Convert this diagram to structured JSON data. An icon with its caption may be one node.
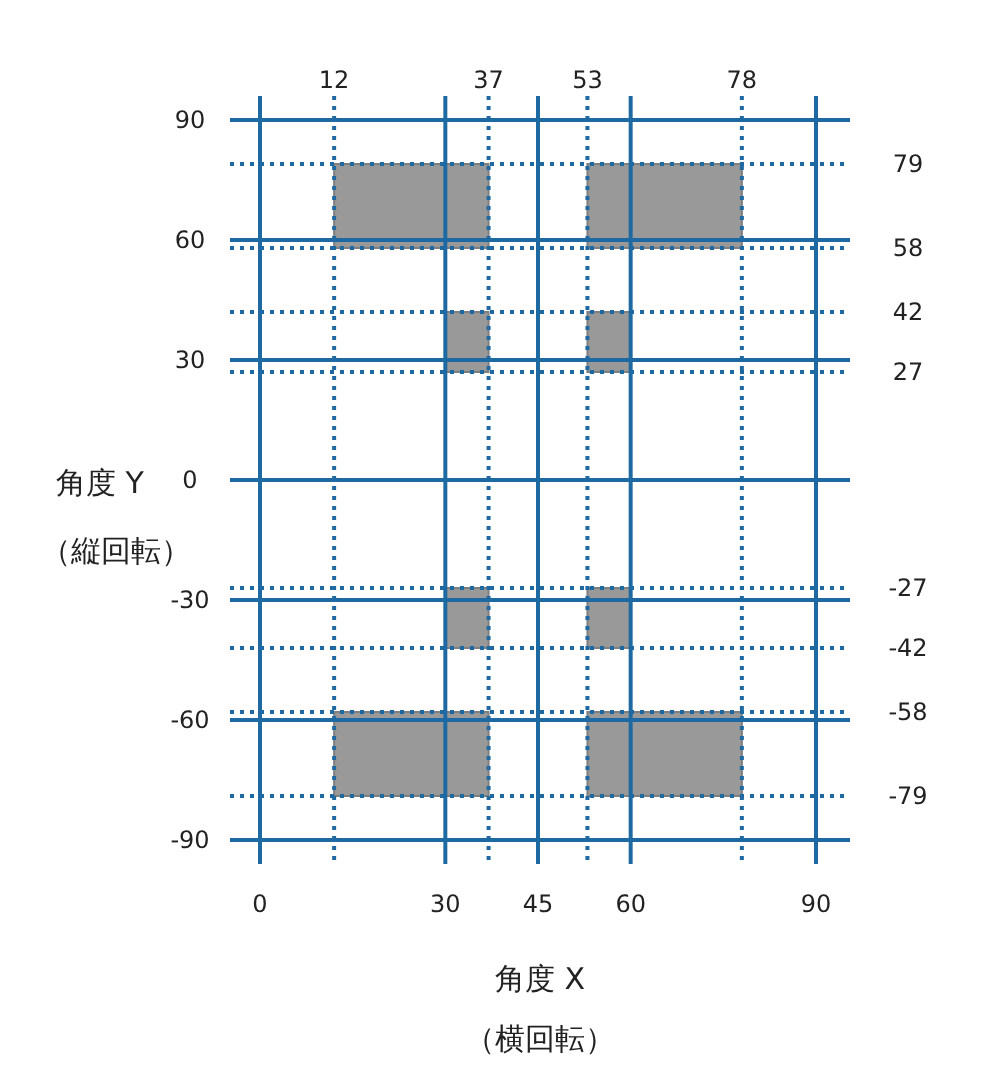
{
  "diagram": {
    "nodes": [
      {
        "text": [],
        "shape": "box"
      },
      {
        "text": [],
        "shape": "box"
      },
      {
        "text": [],
        "shape": "box"
      },
      {
        "text": [],
        "shape": "box"
      },
      {
        "text": [],
        "shape": "box"
      },
      {
        "text": [],
        "shape": "box"
      },
      {
        "text": [],
        "shape": "box"
      },
      {
        "text": [],
        "shape": "box"
      }
    ],
    "labels": [
      "（縦回転）",
      "（横回転）"
    ],
    "chart_data": {
      "type": "scatter",
      "xlabel": "角度 X",
      "ylabel": "角度 Y",
      "xlim": [
        0,
        90
      ],
      "ylim": [
        -90,
        90
      ],
      "xticks": [
        0,
        30,
        45,
        60,
        90
      ],
      "yticks": [
        -90,
        -60,
        -30,
        0,
        30,
        60,
        90
      ],
      "grid": true,
      "ref_lines": [
        {
          "axis": "x",
          "value": 12,
          "label": "12"
        },
        {
          "axis": "x",
          "value": 37,
          "label": "37"
        },
        {
          "axis": "x",
          "value": 53,
          "label": "53"
        },
        {
          "axis": "x",
          "value": 78,
          "label": "78"
        },
        {
          "axis": "y",
          "value": 79,
          "label": "79"
        },
        {
          "axis": "y",
          "value": 58,
          "label": "58"
        },
        {
          "axis": "y",
          "value": 42,
          "label": "42"
        },
        {
          "axis": "y",
          "value": 27,
          "label": "27"
        },
        {
          "axis": "y",
          "value": -27,
          "label": "-27"
        },
        {
          "axis": "y",
          "value": -42,
          "label": "-42"
        },
        {
          "axis": "y",
          "value": -58,
          "label": "-58"
        },
        {
          "axis": "y",
          "value": -79,
          "label": "-79"
        }
      ]
    }
  }
}
